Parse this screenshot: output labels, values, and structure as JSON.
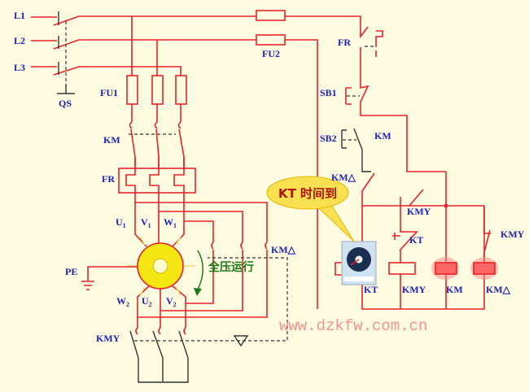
{
  "diagram": {
    "labels": {
      "L1": "L1",
      "L2": "L2",
      "L3": "L3",
      "QS": "QS",
      "FU1": "FU1",
      "FU2": "FU2",
      "KM_main": "KM",
      "FR_main": "FR",
      "U1": "U",
      "V1": "V",
      "W1": "W",
      "U2": "U",
      "V2": "V",
      "W2": "W",
      "sub1": "1",
      "sub2": "2",
      "PE": "PE",
      "KMY_main": "KMY",
      "KMD_main": "KM△",
      "FR_ctrl": "FR",
      "SB1": "SB1",
      "SB2": "SB2",
      "KM_ctrl": "KM",
      "KMD_ctrl": "KM△",
      "KMY_contact": "KMY",
      "KT_contact": "KT",
      "KMY_nc": "KMY",
      "KT_coil": "KT",
      "KMY_coil": "KMY",
      "KM_coil": "KM",
      "KMD_coil": "KM△"
    },
    "status_text": "全压运行",
    "callout": "KT 时间到",
    "watermark": "www.dzkfw.com.cn",
    "colors": {
      "wire": "#e8222a",
      "label": "#1a22b8",
      "background": "#fffbe0",
      "motor": "#f5e614",
      "status": "#1a7a1a"
    }
  }
}
